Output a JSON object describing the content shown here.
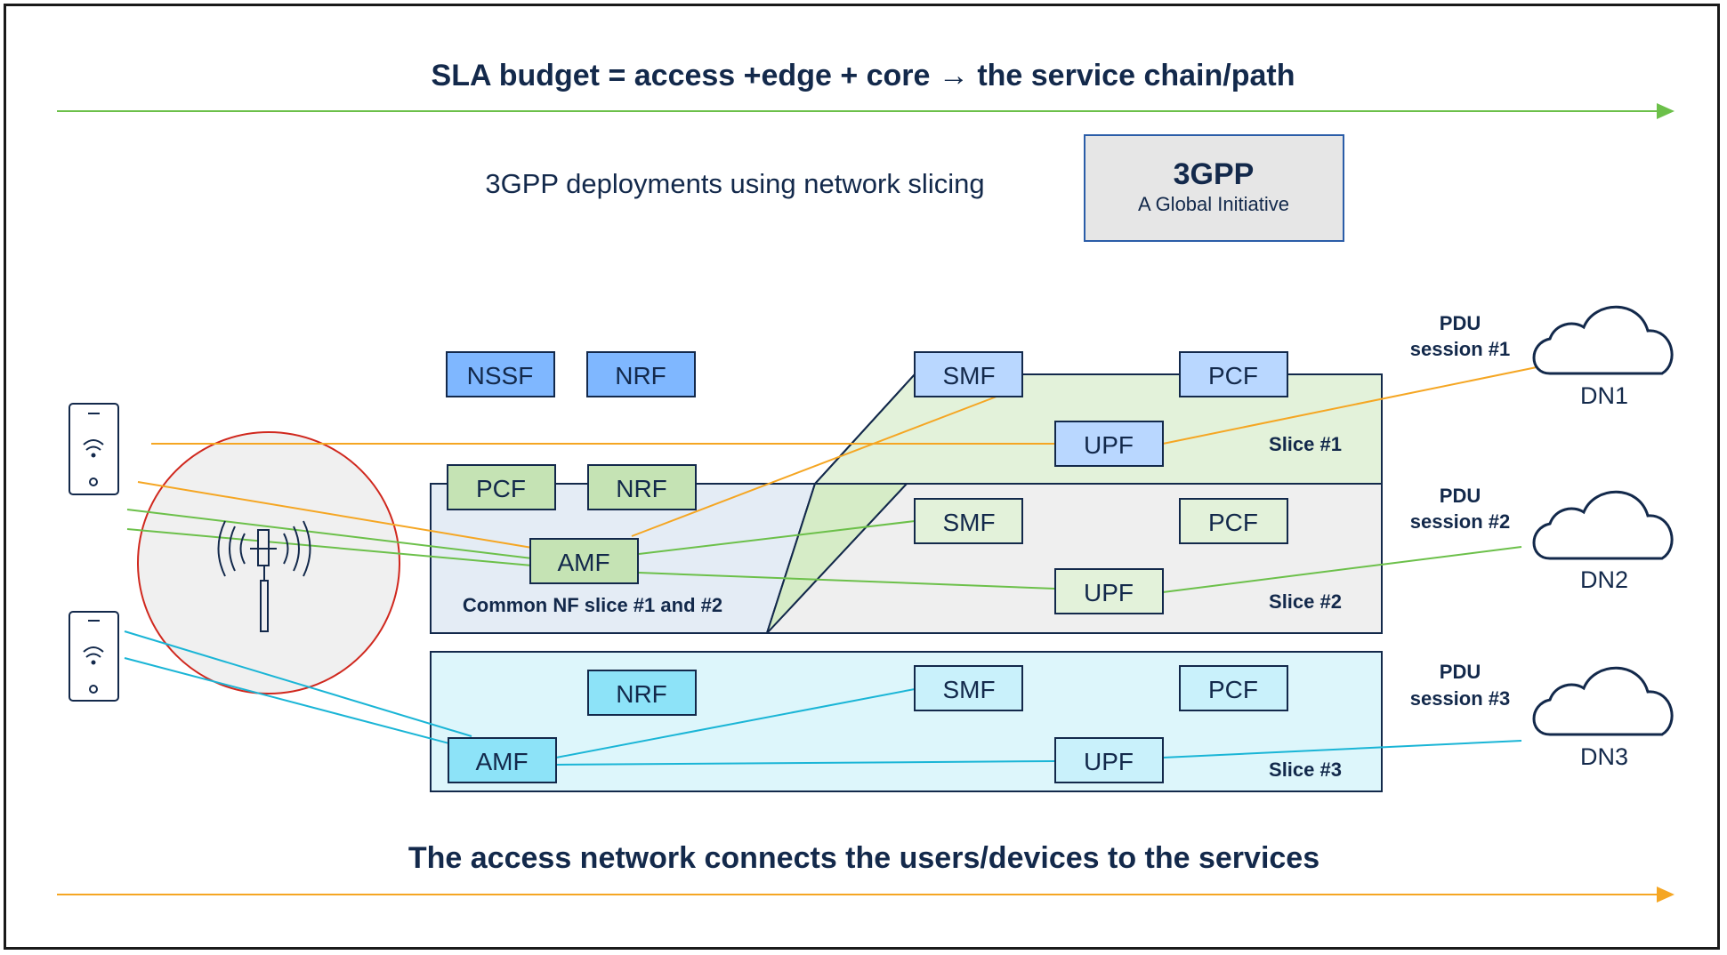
{
  "title_top": "SLA budget = access +edge + core → the service chain/path",
  "subtitle": "3GPP deployments using network slicing",
  "logo": {
    "line1": "3GPP",
    "line2": "A Global Initiative"
  },
  "title_bottom": "The access network connects the users/devices to the services",
  "common_nfs": {
    "nssf": "NSSF",
    "nrf": "NRF"
  },
  "common_slice": {
    "pcf": "PCF",
    "nrf": "NRF",
    "amf": "AMF",
    "label": "Common NF slice #1 and #2"
  },
  "slice1": {
    "smf": "SMF",
    "pcf": "PCF",
    "upf": "UPF",
    "label": "Slice #1"
  },
  "slice2": {
    "smf": "SMF",
    "pcf": "PCF",
    "upf": "UPF",
    "label": "Slice #2"
  },
  "slice3": {
    "nrf": "NRF",
    "smf": "SMF",
    "pcf": "PCF",
    "amf": "AMF",
    "upf": "UPF",
    "label": "Slice #3"
  },
  "sessions": [
    {
      "line1": "PDU",
      "line2": "session #1",
      "dn": "DN1"
    },
    {
      "line1": "PDU",
      "line2": "session #2",
      "dn": "DN2"
    },
    {
      "line1": "PDU",
      "line2": "session #3",
      "dn": "DN3"
    }
  ],
  "colors": {
    "navy": "#13294b",
    "green_arrow": "#6cc04a",
    "orange_arrow": "#f5a623",
    "nf_blue": "#7fb7ff",
    "slice1_fill": "#e3f2da",
    "slice2_fill": "#efefef",
    "common_fill": "#e4ecf5",
    "slice3_fill": "#ddf6fb",
    "cyan_box": "#8de3f8",
    "cyan_line": "#1ab5d6",
    "green_box": "#c5e3b4",
    "red_circle": "#d0281e"
  },
  "icons": [
    "phone-icon",
    "antenna-icon",
    "cloud-icon"
  ]
}
